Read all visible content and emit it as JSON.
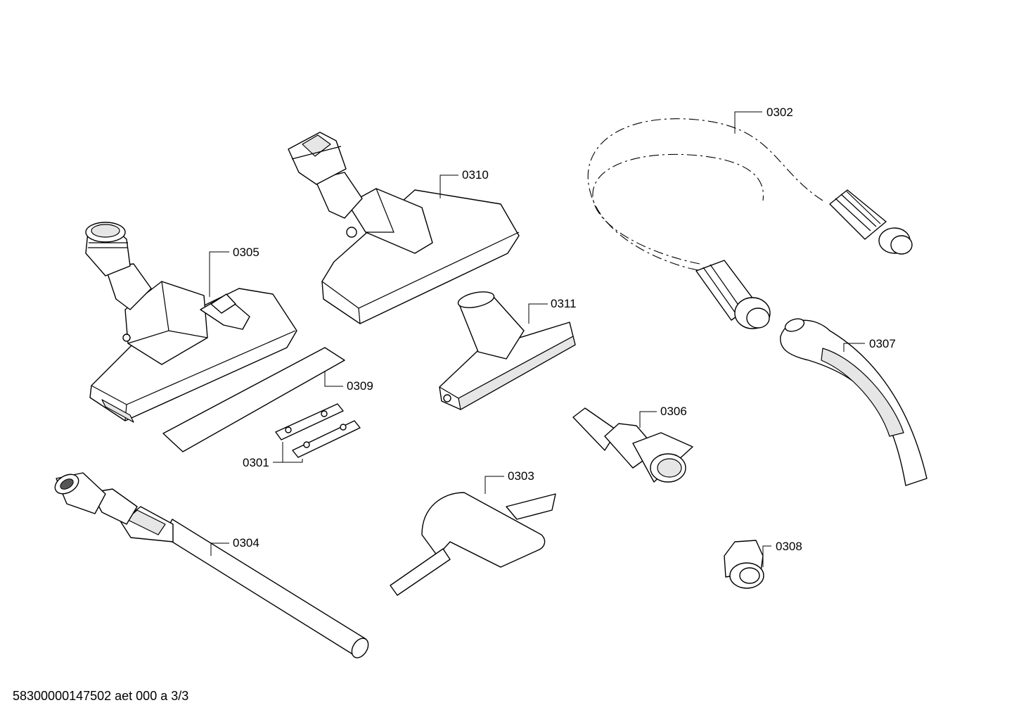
{
  "parts": {
    "p0301": "0301",
    "p0302": "0302",
    "p0303": "0303",
    "p0304": "0304",
    "p0305": "0305",
    "p0306": "0306",
    "p0307": "0307",
    "p0308": "0308",
    "p0309": "0309",
    "p0310": "0310",
    "p0311": "0311"
  },
  "footer": {
    "code": "58300000147502 aet 000 a 3/3"
  }
}
